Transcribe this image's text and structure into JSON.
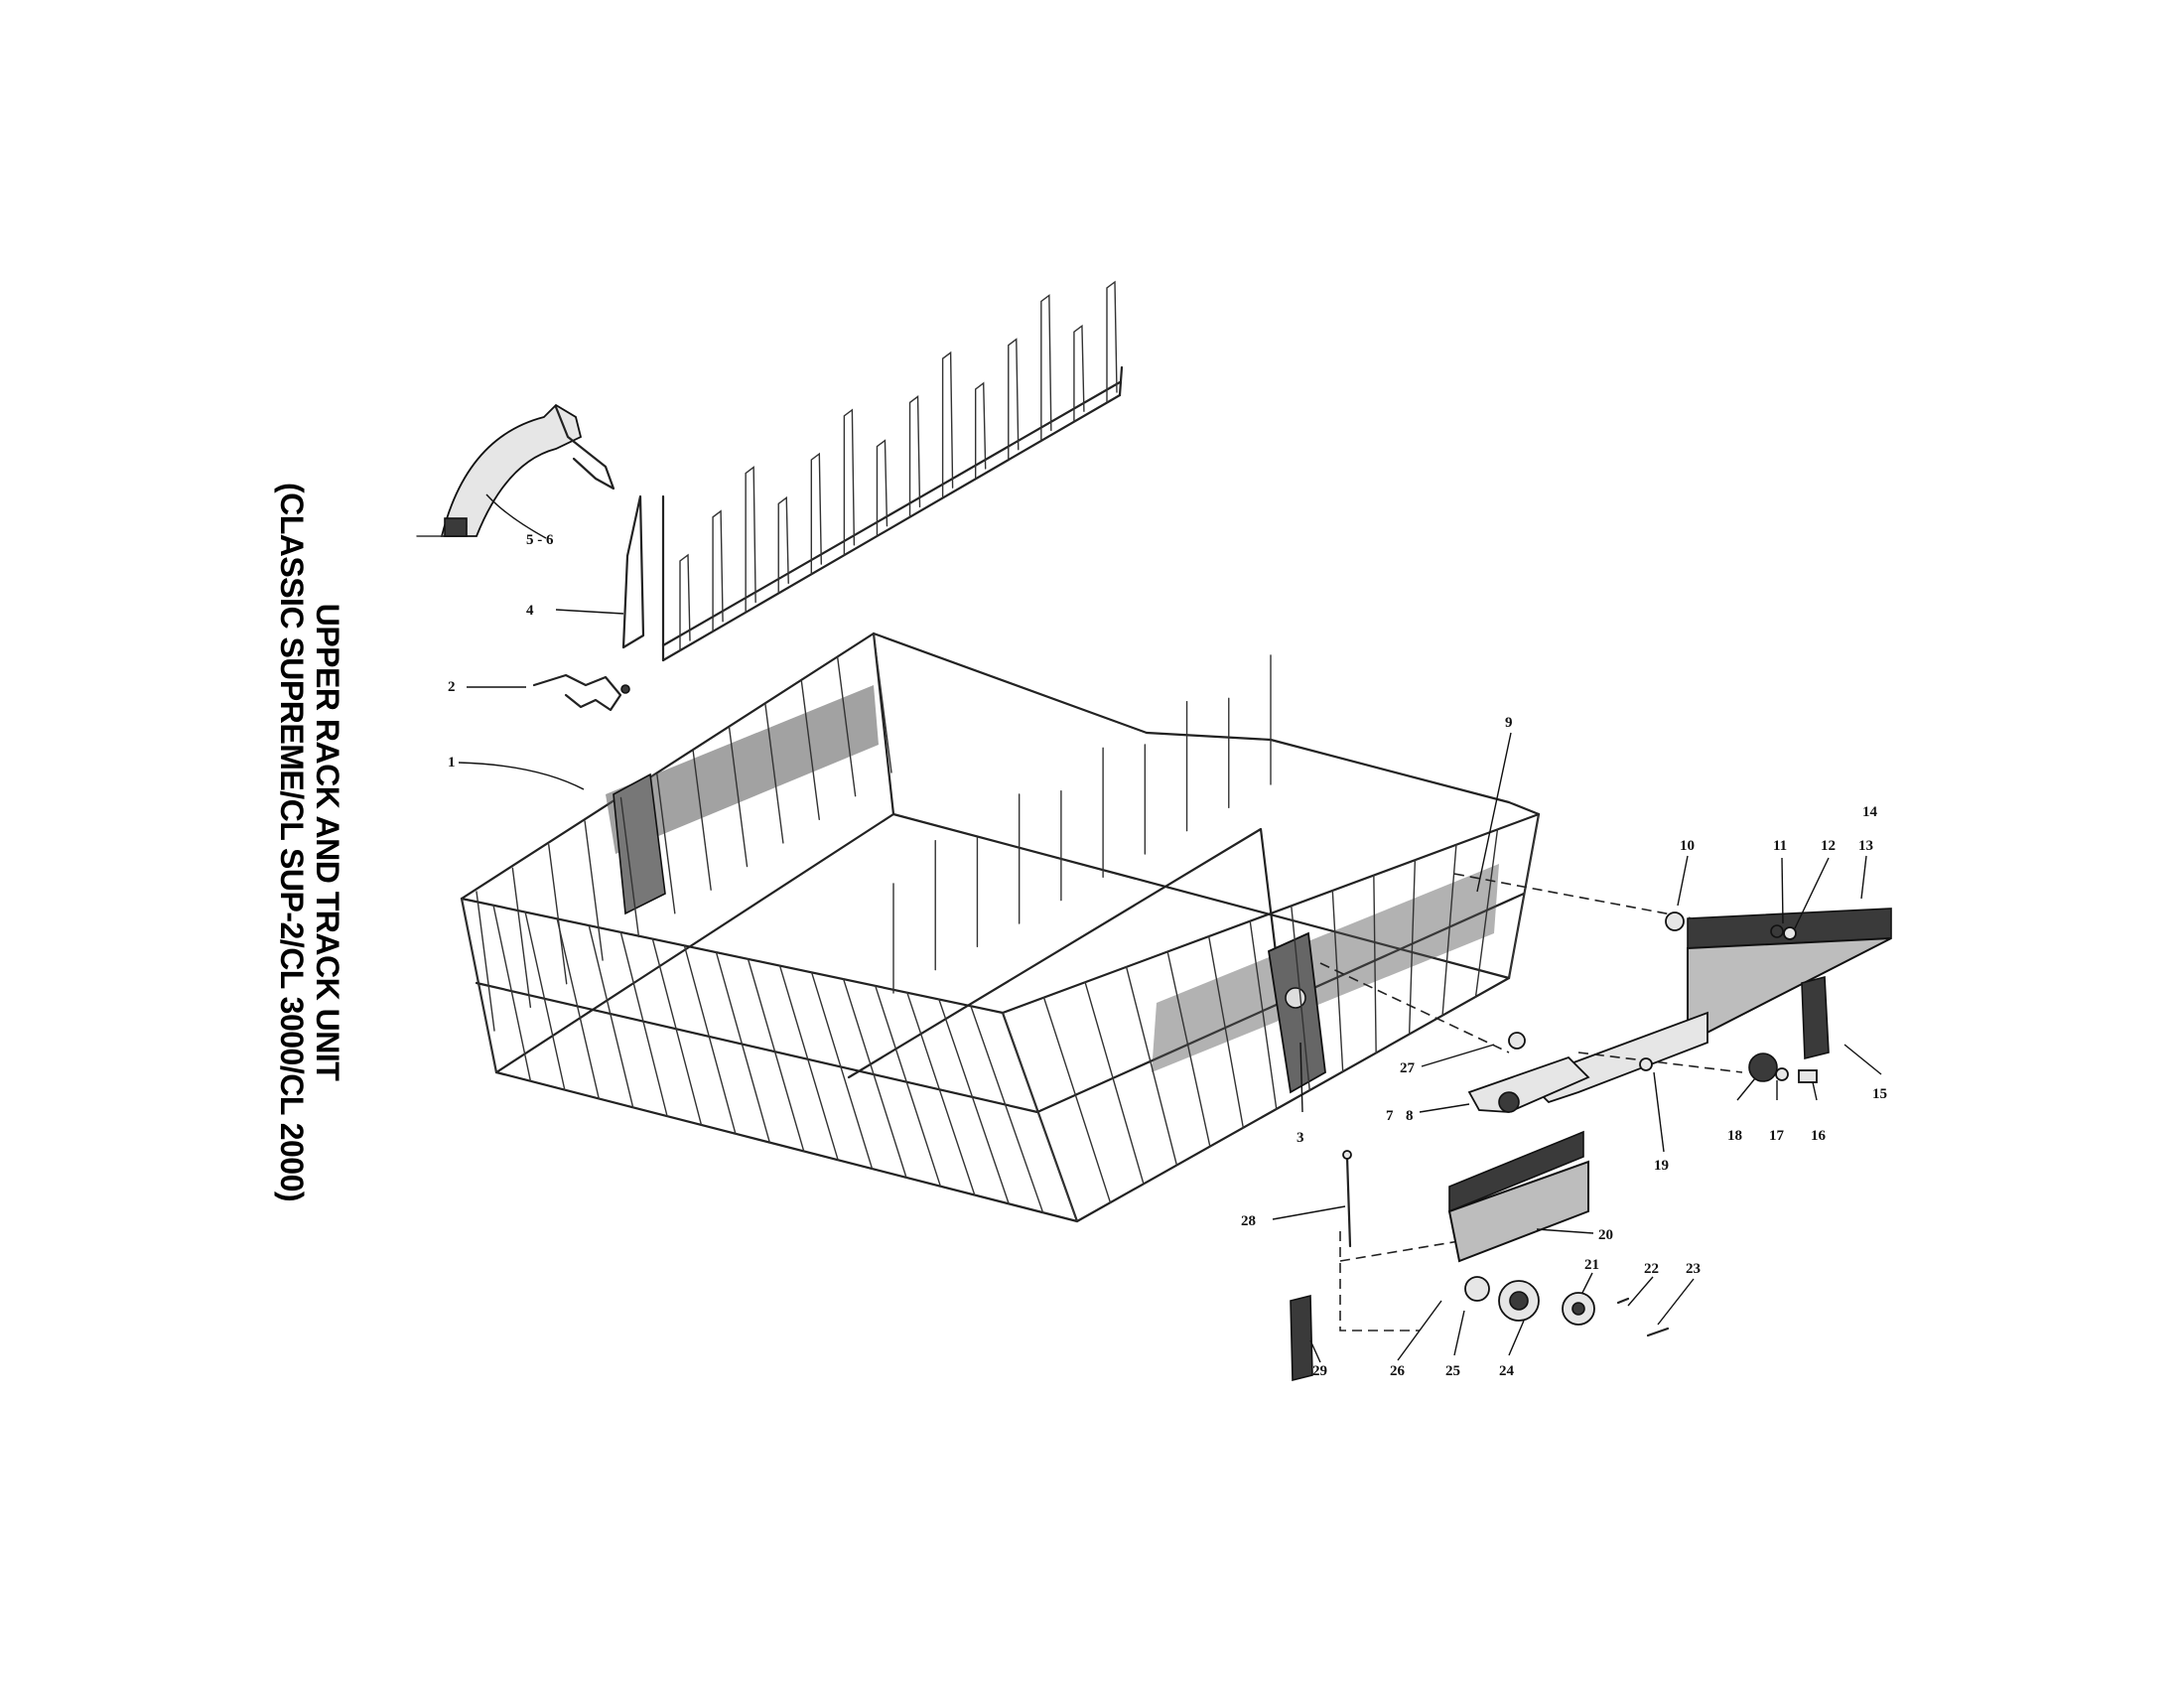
{
  "title": {
    "line1": "UPPER RACK AND TRACK UNIT",
    "line2": "(CLASSIC SUPREME/CL SUP-2/CL 3000/CL 2000)"
  },
  "callouts": [
    "1",
    "2",
    "3",
    "4",
    "5 - 6",
    "7",
    "8",
    "9",
    "10",
    "11",
    "12",
    "13",
    "14",
    "15",
    "16",
    "17",
    "18",
    "19",
    "20",
    "21",
    "22",
    "23",
    "24",
    "25",
    "26",
    "27",
    "28",
    "29"
  ]
}
